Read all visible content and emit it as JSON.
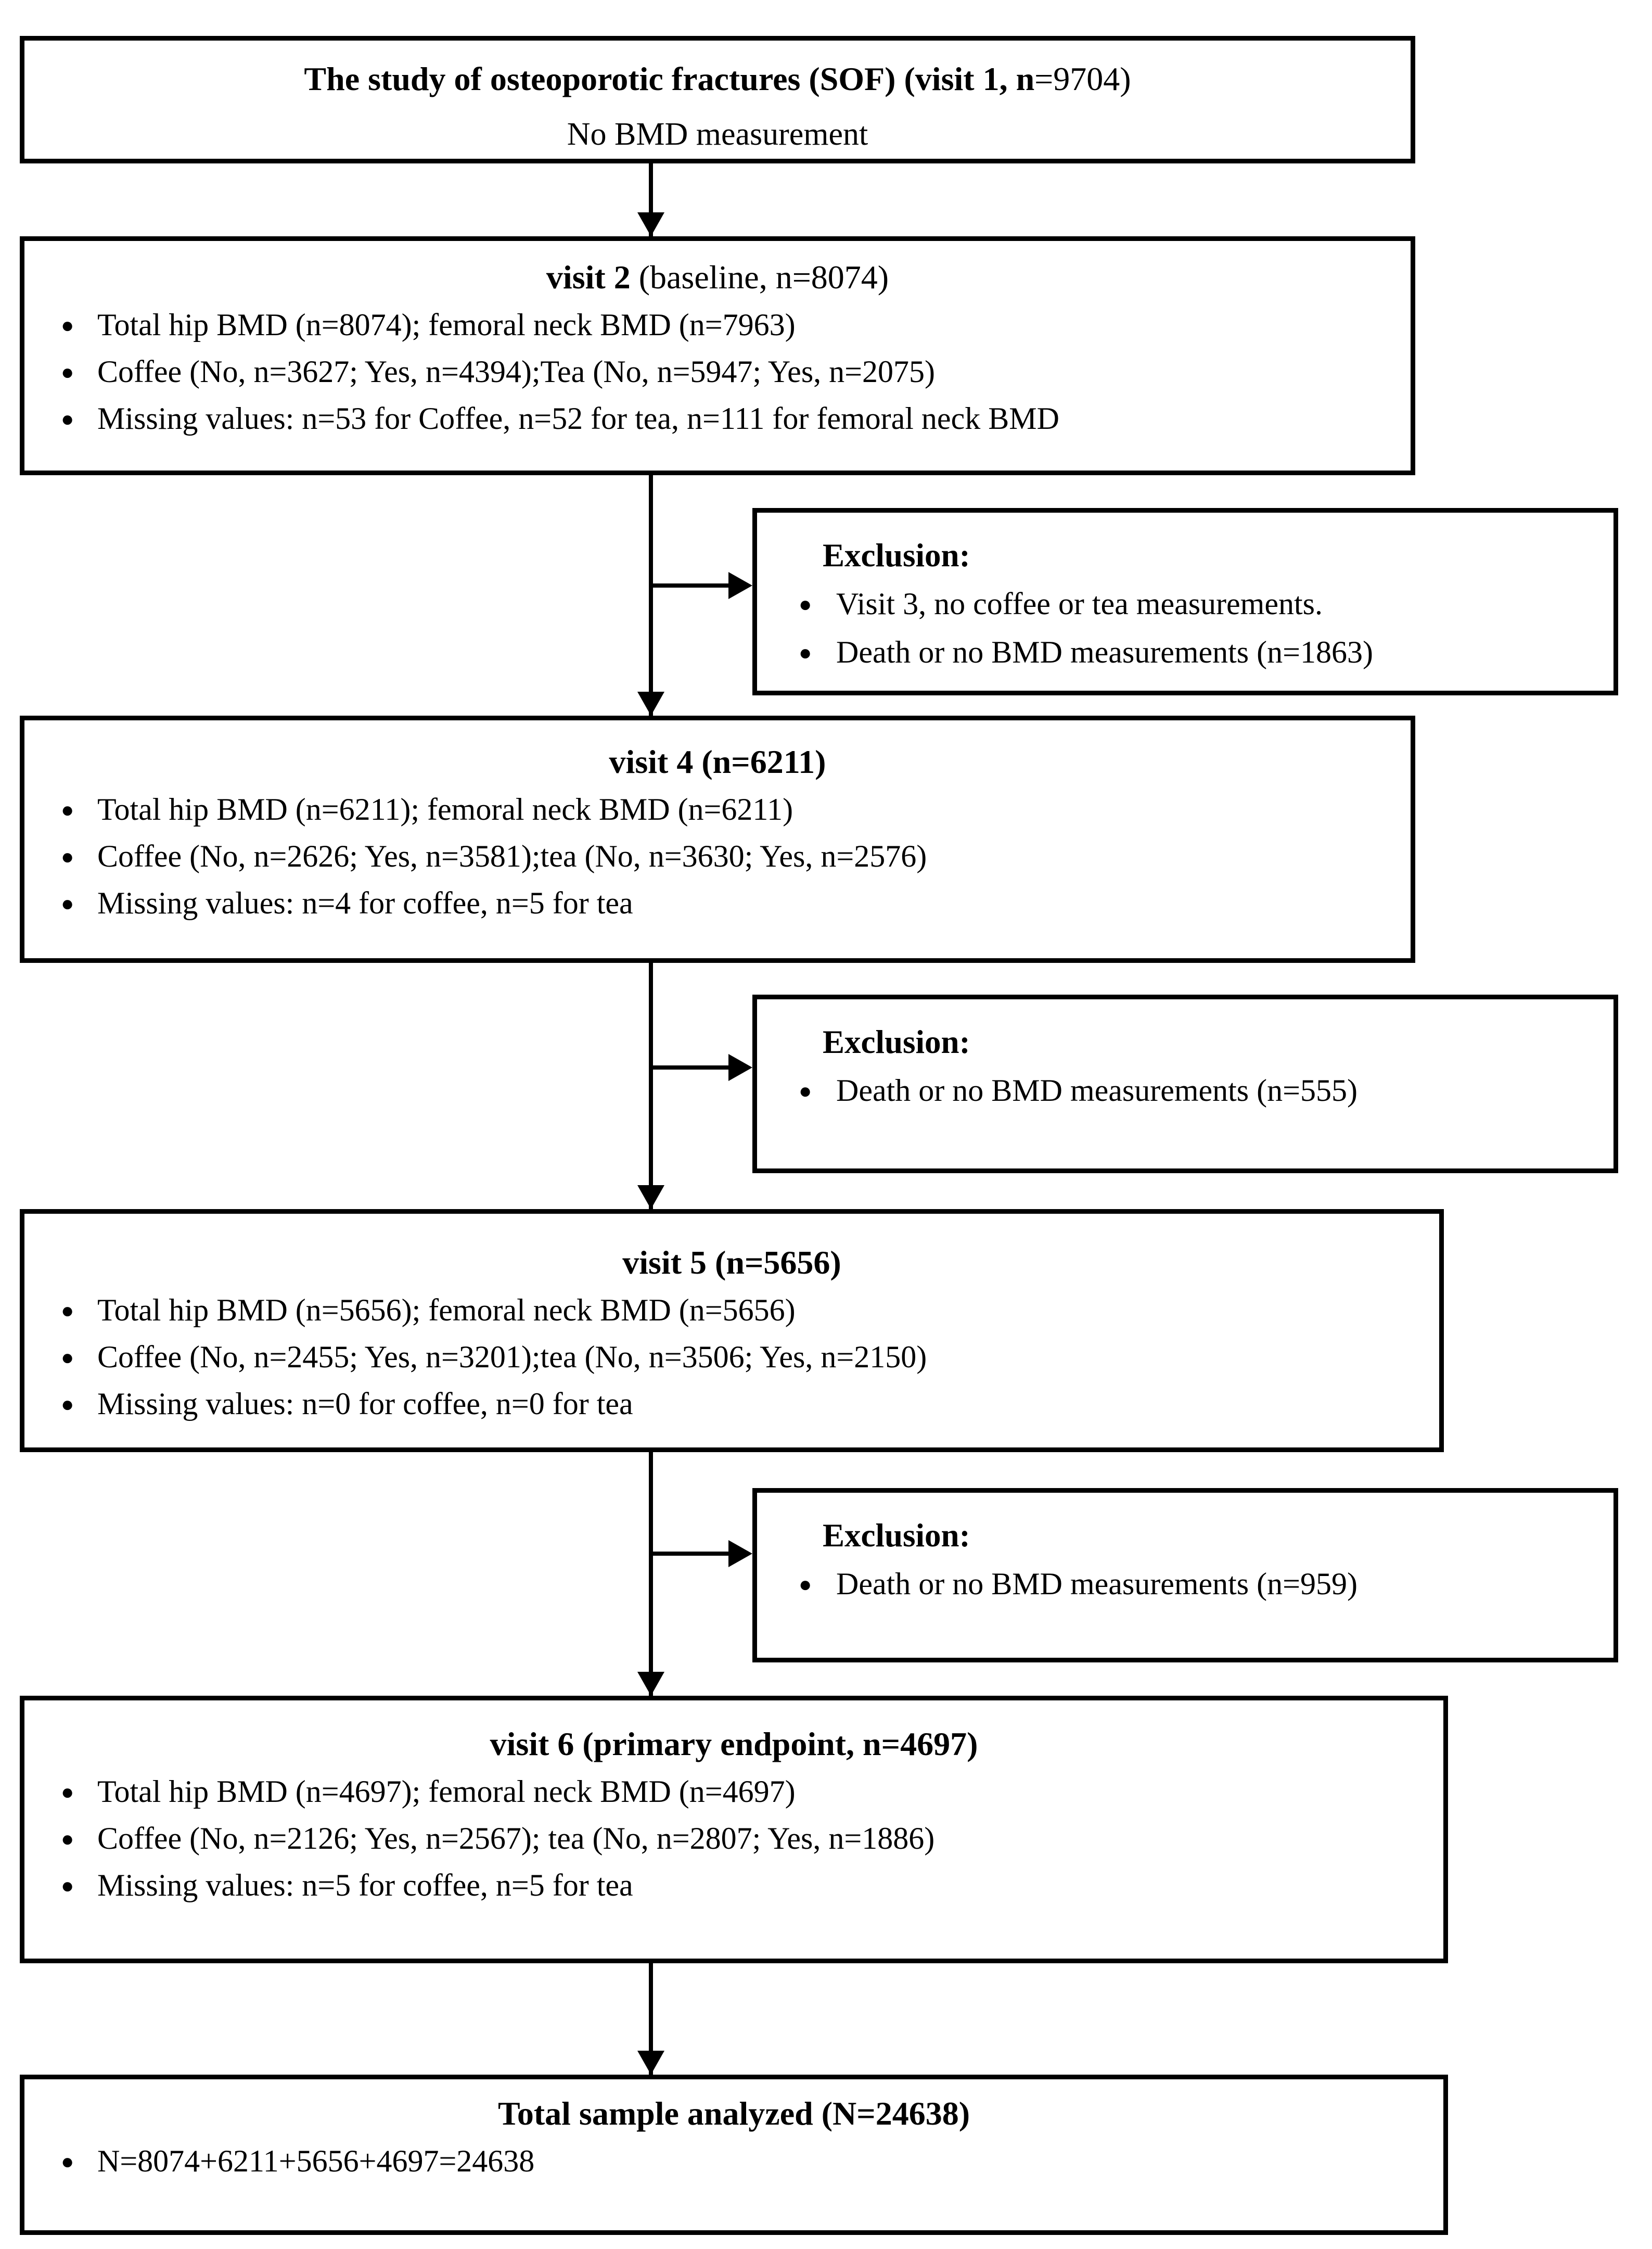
{
  "colors": {
    "line": "#000000",
    "background": "#ffffff",
    "text": "#000000"
  },
  "glyphs": {
    "bullet": "●"
  },
  "main_boxes": [
    {
      "id": "visit1",
      "title_bold": "The study of osteoporotic fractures (SOF) (visit 1, n",
      "title_regular": "=9704)",
      "subtitle": "No BMD measurement",
      "bullets": []
    },
    {
      "id": "visit2",
      "title_bold": "visit 2 ",
      "title_regular": "(baseline, n=8074)",
      "bullets": [
        "Total hip BMD (n=8074); femoral neck BMD (n=7963)",
        "Coffee (No, n=3627; Yes, n=4394);Tea (No, n=5947; Yes, n=2075)",
        "Missing values: n=53 for Coffee, n=52 for tea, n=111 for femoral neck BMD"
      ]
    },
    {
      "id": "visit4",
      "title_bold": "visit 4 (n=6211)",
      "title_regular": "",
      "bullets": [
        "Total hip BMD (n=6211); femoral neck BMD (n=6211)",
        "Coffee (No, n=2626; Yes, n=3581);tea (No, n=3630; Yes, n=2576)",
        "Missing values: n=4 for coffee, n=5 for tea"
      ]
    },
    {
      "id": "visit5",
      "title_bold": "visit 5 (n=5656)",
      "title_regular": "",
      "bullets": [
        "Total hip BMD (n=5656); femoral neck BMD (n=5656)",
        "Coffee (No, n=2455; Yes, n=3201);tea (No, n=3506; Yes, n=2150)",
        "Missing values: n=0 for coffee, n=0 for tea"
      ]
    },
    {
      "id": "visit6",
      "title_bold": "visit 6 (primary endpoint, n=4697)",
      "title_regular": "",
      "bullets": [
        "Total hip BMD (n=4697); femoral neck BMD (n=4697)",
        "Coffee (No, n=2126; Yes, n=2567); tea (No, n=2807; Yes, n=1886)",
        "Missing values: n=5 for coffee, n=5 for tea"
      ]
    },
    {
      "id": "total",
      "title_bold": "Total sample analyzed (N=24638)",
      "title_regular": "",
      "bullets": [
        "N=8074+6211+5656+4697=24638"
      ]
    }
  ],
  "exclusion_boxes": [
    {
      "header": "Exclusion:",
      "bullets": [
        "Visit 3, no coffee or tea measurements.",
        "Death or no BMD measurements (n=1863)"
      ]
    },
    {
      "header": "Exclusion:",
      "bullets": [
        "Death or no BMD measurements (n=555)"
      ]
    },
    {
      "header": "Exclusion:",
      "bullets": [
        "Death or no BMD measurements (n=959)"
      ]
    }
  ]
}
